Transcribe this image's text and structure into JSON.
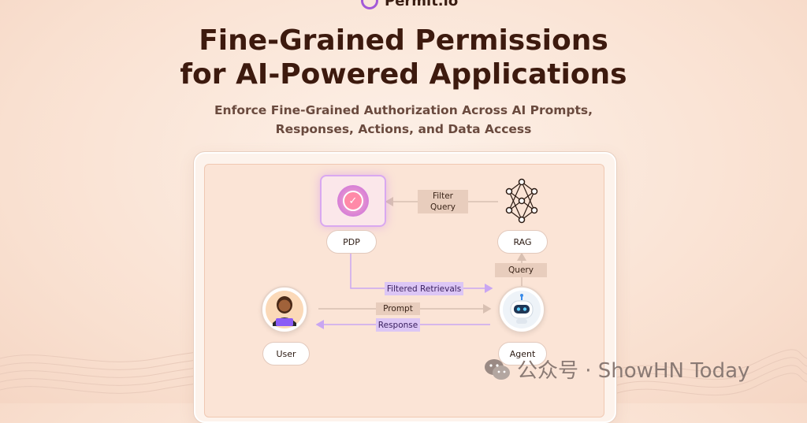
{
  "brand": {
    "name": "Permit.io"
  },
  "header": {
    "title_line1": "Fine-Grained Permissions",
    "title_line2": "for AI-Powered Applications",
    "subtitle_line1": "Enforce Fine-Grained Authorization  Across AI Prompts,",
    "subtitle_line2": "Responses, Actions, and Data Access"
  },
  "diagram": {
    "nodes": {
      "pdp": "PDP",
      "rag": "RAG",
      "user": "User",
      "agent": "Agent"
    },
    "edges": {
      "filter_query_1": "Filter",
      "filter_query_2": "Query",
      "query": "Query",
      "filtered_retrievals": "Filtered Retrievals",
      "prompt": "Prompt",
      "response": "Response"
    },
    "colors": {
      "purple": "#c9a6f2",
      "beige": "#e8cdbd",
      "line": "#d8c0b2"
    }
  },
  "watermark": {
    "text": "公众号 · ShowHN Today"
  }
}
